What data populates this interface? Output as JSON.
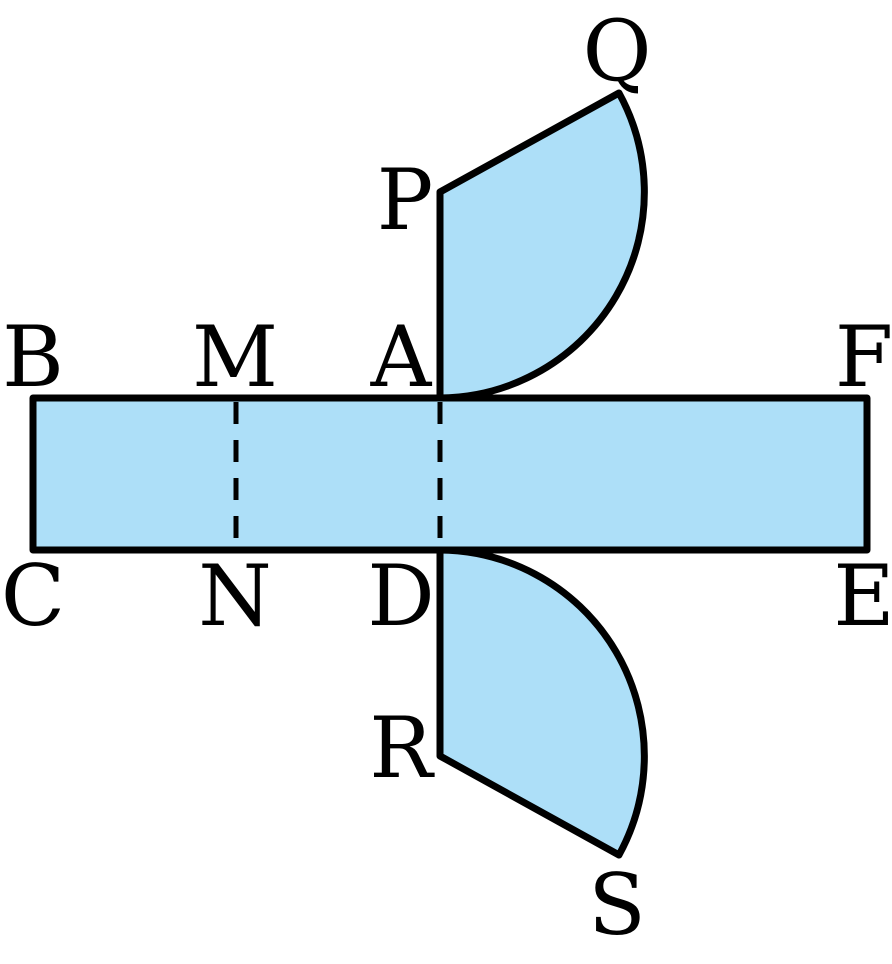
{
  "figure": {
    "fill_color": "#addff8",
    "stroke_color": "#000000",
    "labels": {
      "A": "A",
      "B": "B",
      "C": "C",
      "D": "D",
      "E": "E",
      "F": "F",
      "M": "M",
      "N": "N",
      "P": "P",
      "Q": "Q",
      "R": "R",
      "S": "S"
    }
  }
}
